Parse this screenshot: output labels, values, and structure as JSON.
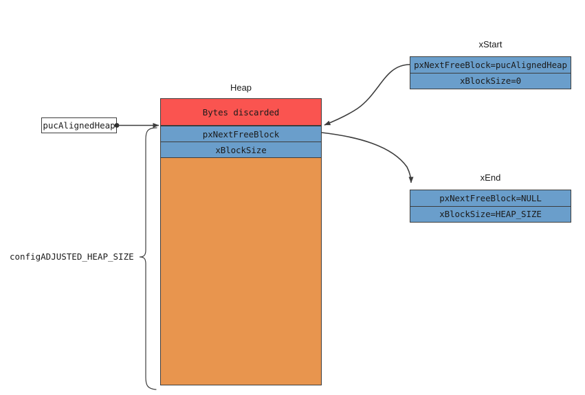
{
  "diagram": {
    "title_heap": "Heap",
    "title_xstart": "xStart",
    "title_xend": "xEnd",
    "pointer_label": "pucAlignedHeap",
    "brace_label": "configADJUSTED_HEAP_SIZE",
    "heap_blocks": [
      {
        "label": "Bytes discarded",
        "color": "#fa5450"
      },
      {
        "label": "pxNextFreeBlock",
        "color": "#6a9ecb"
      },
      {
        "label": "xBlockSize",
        "color": "#6a9ecb"
      },
      {
        "label": "",
        "color": "#e8954e"
      }
    ],
    "xstart_rows": [
      {
        "label": "pxNextFreeBlock=pucAlignedHeap",
        "color": "#6a9ecb"
      },
      {
        "label": "xBlockSize=0",
        "color": "#6a9ecb"
      }
    ],
    "xend_rows": [
      {
        "label": "pxNextFreeBlock=NULL",
        "color": "#6a9ecb"
      },
      {
        "label": "xBlockSize=HEAP_SIZE",
        "color": "#6a9ecb"
      }
    ],
    "colors": {
      "discarded_red": "#fa5450",
      "block_blue": "#6a9ecb",
      "free_orange": "#e8954e",
      "stroke": "#3c3c3c",
      "text": "#1b1b1b",
      "background": "#ffffff"
    }
  }
}
